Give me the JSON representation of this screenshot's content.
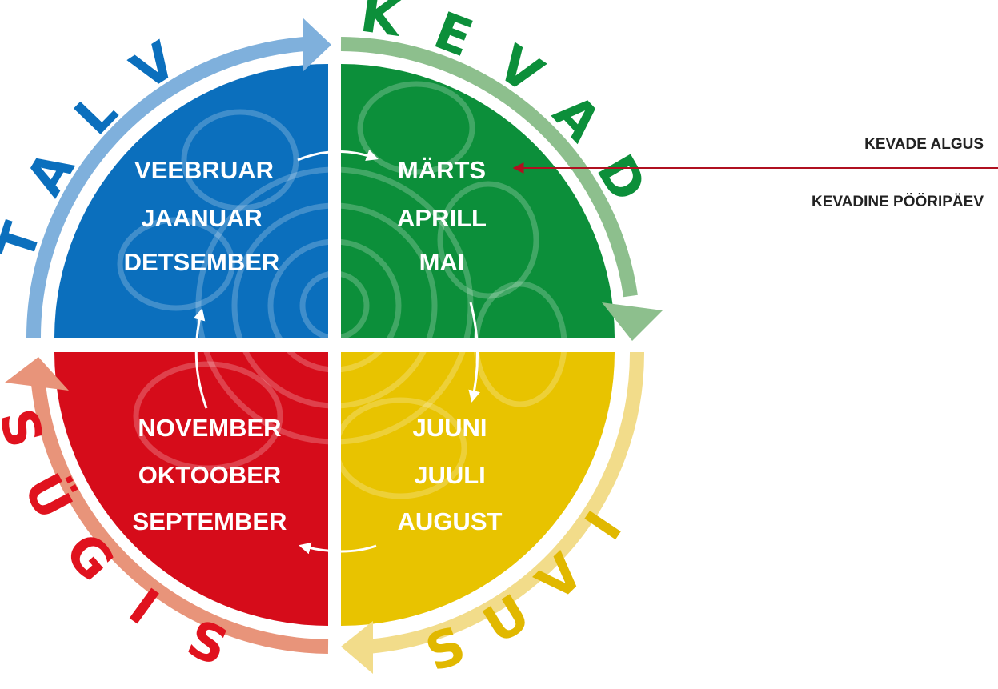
{
  "colors": {
    "winter": "#0b6fbd",
    "winter_arc": "#7fb0dc",
    "spring": "#0c8f3a",
    "spring_arc": "#8dbf8d",
    "summer": "#e8c300",
    "summer_arc": "#f2dc8a",
    "autumn": "#d60c1a",
    "autumn_arc": "#e8947a",
    "annotation_line": "#b01020"
  },
  "seasons": {
    "winter": {
      "name": "TALV",
      "months": [
        "VEEBRUAR",
        "JAANUAR",
        "DETSEMBER"
      ]
    },
    "spring": {
      "name": "KEVAD",
      "months": [
        "MÄRTS",
        "APRILL",
        "MAI"
      ]
    },
    "summer": {
      "name": "SUVI",
      "months": [
        "JUUNI",
        "JUULI",
        "AUGUST"
      ]
    },
    "autumn": {
      "name": "SÜGIS",
      "months": [
        "NOVEMBER",
        "OKTOOBER",
        "SEPTEMBER"
      ]
    }
  },
  "annotation": {
    "line1": "KEVADE ALGUS",
    "line2": "KEVADINE PÖÖRIPÄEV"
  }
}
